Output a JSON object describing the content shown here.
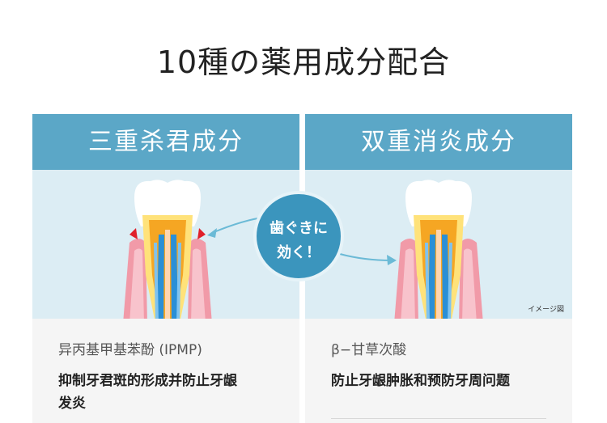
{
  "title": "10種の薬用成分配合",
  "cards": [
    {
      "header": "三重杀君成分",
      "ingredient": "异丙基甲基苯酚 (IPMP)",
      "effect_line1": "抑制牙君斑的形成并防止牙龈",
      "effect_line2": "发炎"
    },
    {
      "header": "双重消炎成分",
      "ingredient": "β−甘草次酸",
      "effect_line1": "防止牙龈肿胀和预防牙周问题",
      "image_note": "イメージ図"
    }
  ],
  "badge": {
    "line1": "歯ぐきに",
    "line2": "効く！"
  },
  "colors": {
    "header_bg": "#5ba7c7",
    "image_bg": "#dcedf4",
    "badge_bg": "#3b95bd",
    "gum": "#f19aa8",
    "pulp": "#f5a623",
    "nerve": "#2a8fd6"
  }
}
